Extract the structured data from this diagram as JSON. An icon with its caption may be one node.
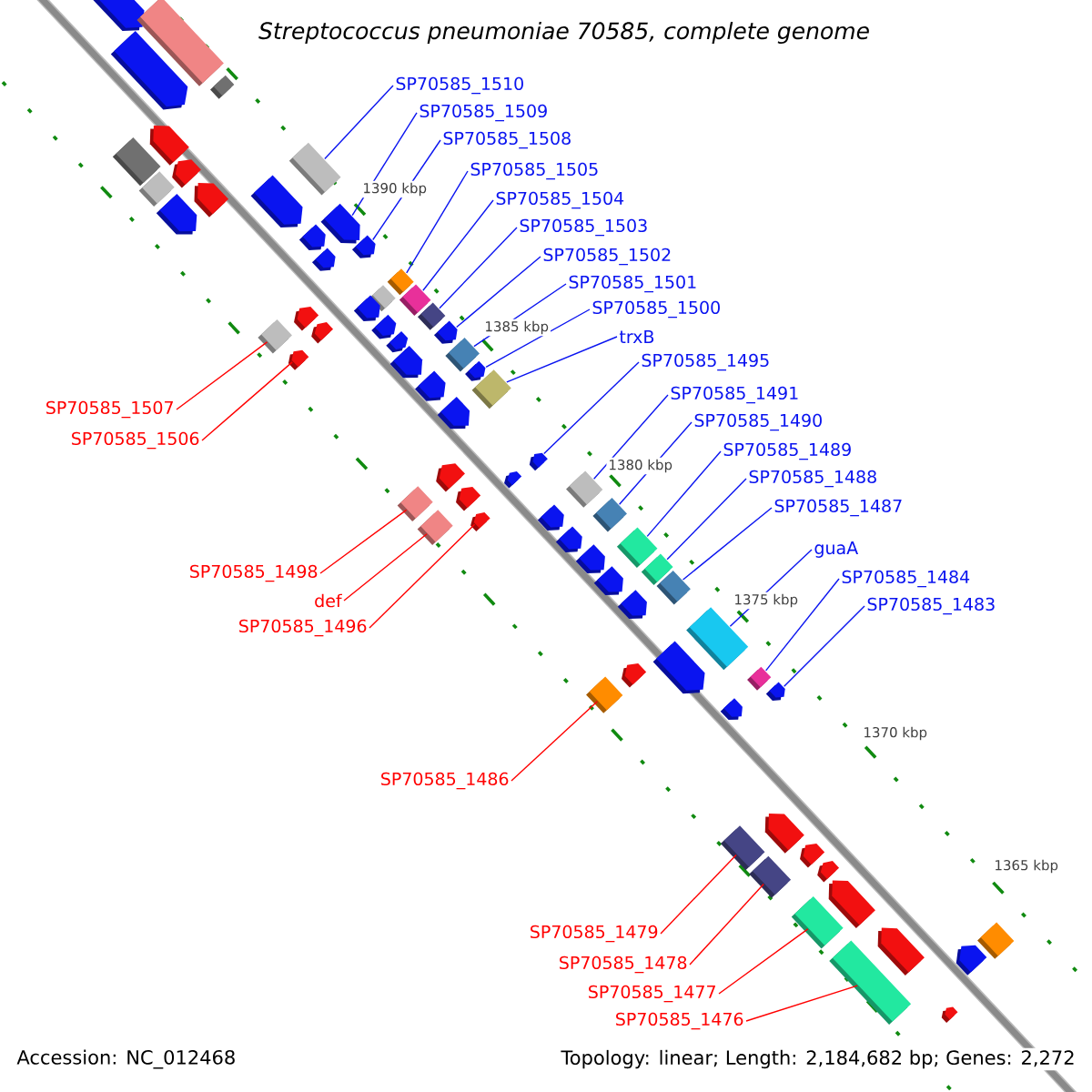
{
  "diagram": {
    "title": "Streptococcus pneumoniae 70585, complete genome",
    "nodes": [
      {
        "text": [
          "SP70585_1510"
        ]
      },
      {
        "text": [
          "SP70585_1509"
        ]
      },
      {
        "text": [
          "SP70585_1508"
        ]
      },
      {
        "text": [
          "SP70585_1505"
        ]
      },
      {
        "text": [
          "SP70585_1504"
        ]
      },
      {
        "text": [
          "SP70585_1503"
        ]
      },
      {
        "text": [
          "SP70585_1502"
        ]
      },
      {
        "text": [
          "SP70585_1501"
        ]
      },
      {
        "text": [
          "SP70585_1500"
        ]
      },
      {
        "text": [
          "trxB"
        ]
      },
      {
        "text": [
          "SP70585_1495"
        ]
      },
      {
        "text": [
          "SP70585_1491"
        ]
      },
      {
        "text": [
          "SP70585_1490"
        ]
      },
      {
        "text": [
          "SP70585_1489"
        ]
      },
      {
        "text": [
          "SP70585_1488"
        ]
      },
      {
        "text": [
          "SP70585_1487"
        ]
      },
      {
        "text": [
          "guaA"
        ]
      },
      {
        "text": [
          "SP70585_1484"
        ]
      },
      {
        "text": [
          "SP70585_1483"
        ]
      },
      {
        "text": [
          "SP70585_1507"
        ]
      },
      {
        "text": [
          "SP70585_1506"
        ]
      },
      {
        "text": [
          "SP70585_1498"
        ]
      },
      {
        "text": [
          "def"
        ]
      },
      {
        "text": [
          "SP70585_1496"
        ]
      },
      {
        "text": [
          "SP70585_1486"
        ]
      },
      {
        "text": [
          "SP70585_1479"
        ]
      },
      {
        "text": [
          "SP70585_1478"
        ]
      },
      {
        "text": [
          "SP70585_1477"
        ]
      },
      {
        "text": [
          "SP70585_1476"
        ]
      },
      {
        "text": [],
        "shape": "box"
      },
      {
        "text": [],
        "shape": "arrow"
      },
      {
        "text": [],
        "shape": "arrow"
      },
      {
        "text": [],
        "shape": "box"
      },
      {
        "text": [],
        "shape": "box"
      },
      {
        "text": [],
        "shape": "box"
      },
      {
        "text": [],
        "shape": "arrow"
      },
      {
        "text": [],
        "shape": "box"
      },
      {
        "text": [],
        "shape": "arrow"
      },
      {
        "text": [],
        "shape": "box"
      },
      {
        "text": [],
        "shape": "arrow"
      },
      {
        "text": [],
        "shape": "box"
      },
      {
        "text": [],
        "shape": "box"
      },
      {
        "text": [],
        "shape": "box"
      },
      {
        "text": [],
        "shape": "box"
      },
      {
        "text": [],
        "shape": "box"
      },
      {
        "text": [],
        "shape": "box"
      },
      {
        "text": [],
        "shape": "box"
      },
      {
        "text": [],
        "shape": "arrow"
      },
      {
        "text": [],
        "shape": "box"
      },
      {
        "text": [],
        "shape": "arrow"
      },
      {
        "text": [],
        "shape": "box"
      },
      {
        "text": [],
        "shape": "box"
      },
      {
        "text": [],
        "shape": "arrow"
      },
      {
        "text": [],
        "shape": "box"
      },
      {
        "text": [],
        "shape": "box"
      },
      {
        "text": [],
        "shape": "box"
      },
      {
        "text": [],
        "shape": "box"
      },
      {
        "text": [],
        "shape": "box"
      },
      {
        "text": [],
        "shape": "arrow"
      },
      {
        "text": [],
        "shape": "arrow"
      },
      {
        "text": [],
        "shape": "box"
      },
      {
        "text": [],
        "shape": "box"
      },
      {
        "text": [],
        "shape": "box"
      },
      {
        "text": [],
        "shape": "box"
      },
      {
        "text": [],
        "shape": "arrow"
      },
      {
        "text": [],
        "shape": "arrow"
      },
      {
        "text": [],
        "shape": "arrow"
      },
      {
        "text": [],
        "shape": "arrow"
      },
      {
        "text": [],
        "shape": "arrow"
      },
      {
        "text": [],
        "shape": "arrow"
      },
      {
        "text": [],
        "shape": "arrow"
      },
      {
        "text": [],
        "shape": "arrow"
      },
      {
        "text": [],
        "shape": "arrow"
      },
      {
        "text": [],
        "shape": "box"
      },
      {
        "text": [],
        "shape": "arrow"
      },
      {
        "text": [],
        "shape": "arrow"
      },
      {
        "text": [],
        "shape": "arrow"
      },
      {
        "text": [],
        "shape": "arrow"
      },
      {
        "text": [],
        "shape": "arrow"
      },
      {
        "text": [],
        "shape": "arrow"
      },
      {
        "text": [],
        "shape": "arrow"
      },
      {
        "text": [],
        "shape": "arrow"
      },
      {
        "text": [],
        "shape": "arrow"
      },
      {
        "text": [],
        "shape": "arrow"
      },
      {
        "text": [],
        "shape": "arrow"
      },
      {
        "text": [],
        "shape": "arrow"
      },
      {
        "text": [],
        "shape": "arrow"
      },
      {
        "text": [],
        "shape": "arrow"
      },
      {
        "text": [],
        "shape": "arrow"
      },
      {
        "text": [],
        "shape": "arrow"
      },
      {
        "text": [],
        "shape": "arrow"
      },
      {
        "text": [],
        "shape": "arrow"
      },
      {
        "text": [],
        "shape": "arrow"
      },
      {
        "text": [],
        "shape": "arrow"
      },
      {
        "text": [],
        "shape": "arrow"
      },
      {
        "text": [],
        "shape": "arrow"
      },
      {
        "text": [],
        "shape": "box"
      },
      {
        "text": [],
        "shape": "arrow"
      },
      {
        "text": [],
        "shape": "arrow"
      }
    ],
    "edges": [
      {
        "from": 0,
        "to": 29,
        "arrow": "none"
      },
      {
        "from": 1,
        "to": 30,
        "arrow": "none"
      },
      {
        "from": 2,
        "to": 31,
        "arrow": "none"
      },
      {
        "from": 3,
        "to": 32,
        "arrow": "none"
      },
      {
        "from": 4,
        "to": 33,
        "arrow": "none"
      },
      {
        "from": 5,
        "to": 34,
        "arrow": "none"
      },
      {
        "from": 6,
        "to": 35,
        "arrow": "none"
      },
      {
        "from": 7,
        "to": 36,
        "arrow": "none"
      },
      {
        "from": 8,
        "to": 37,
        "arrow": "none"
      },
      {
        "from": 9,
        "to": 38,
        "arrow": "none"
      },
      {
        "from": 10,
        "to": 39,
        "arrow": "none"
      },
      {
        "from": 11,
        "to": 40,
        "arrow": "none"
      },
      {
        "from": 12,
        "to": 41,
        "arrow": "none"
      },
      {
        "from": 13,
        "to": 42,
        "arrow": "none"
      },
      {
        "from": 14,
        "to": 43,
        "arrow": "none"
      },
      {
        "from": 15,
        "to": 44,
        "arrow": "none"
      },
      {
        "from": 16,
        "to": 45,
        "arrow": "none"
      },
      {
        "from": 17,
        "to": 46,
        "arrow": "none"
      },
      {
        "from": 18,
        "to": 47,
        "arrow": "none"
      },
      {
        "from": 19,
        "to": 48,
        "arrow": "none",
        "color": "#ff0000"
      },
      {
        "from": 20,
        "to": 49,
        "arrow": "none",
        "color": "#ff0000"
      },
      {
        "from": 21,
        "to": 50,
        "arrow": "none",
        "color": "#ff0000"
      },
      {
        "from": 22,
        "to": 51,
        "arrow": "none",
        "color": "#ff0000"
      },
      {
        "from": 23,
        "to": 52,
        "arrow": "none",
        "color": "#ff0000"
      },
      {
        "from": 24,
        "to": 53,
        "arrow": "none",
        "color": "#ff0000"
      },
      {
        "from": 25,
        "to": 54,
        "arrow": "none",
        "color": "#ff0000"
      },
      {
        "from": 26,
        "to": 55,
        "arrow": "none",
        "color": "#ff0000"
      },
      {
        "from": 27,
        "to": 56,
        "arrow": "none",
        "color": "#ff0000"
      },
      {
        "from": 28,
        "to": 57,
        "arrow": "none",
        "color": "#ff0000"
      }
    ],
    "labels": [
      "1390 kbp",
      "1385 kbp",
      "1380 kbp",
      "1375 kbp",
      "1370 kbp",
      "1365 kbp",
      "Accession: NC_012468",
      "Topology: linear; Length: 2,184,682 bp; Genes: 2,272"
    ]
  }
}
